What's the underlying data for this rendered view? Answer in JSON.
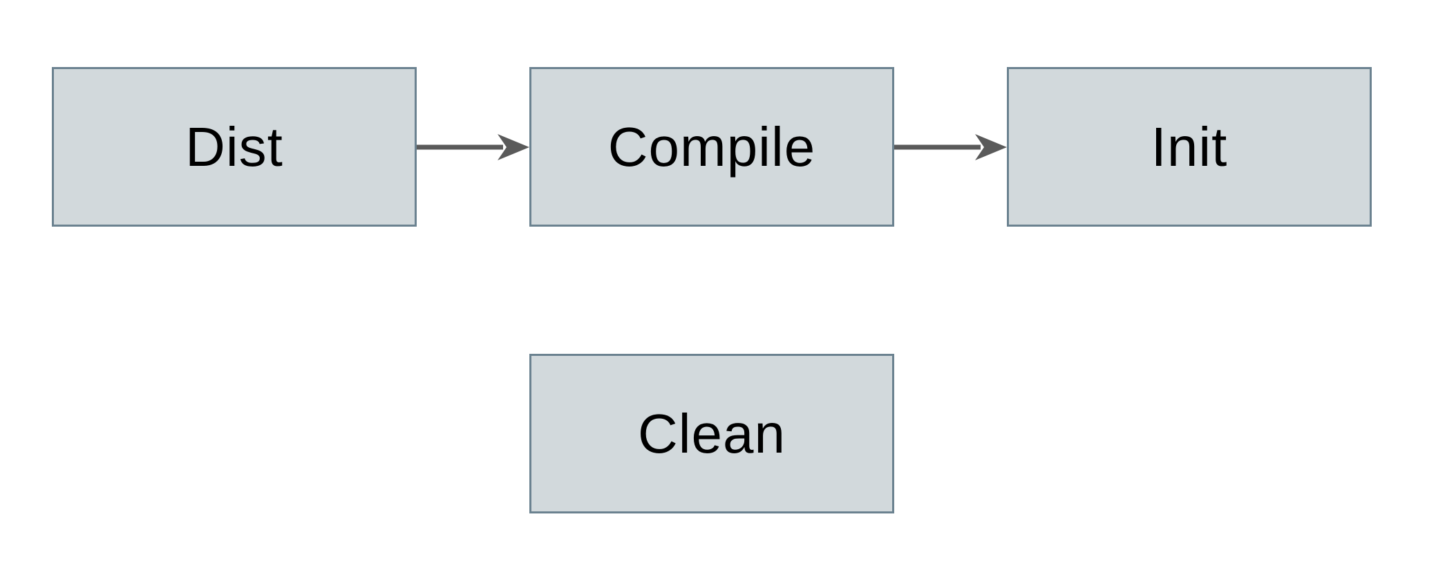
{
  "diagram": {
    "title": "build-targets-flowchart",
    "nodes": [
      {
        "id": "dist",
        "label": "Dist"
      },
      {
        "id": "compile",
        "label": "Compile"
      },
      {
        "id": "init",
        "label": "Init"
      },
      {
        "id": "clean",
        "label": "Clean"
      }
    ],
    "edges": [
      {
        "from": "Dist",
        "to": "Compile",
        "style": "arrow-right"
      },
      {
        "from": "Compile",
        "to": "Init",
        "style": "arrow-right"
      }
    ],
    "colors": {
      "background": "#ffffff",
      "node_fill": "#d2d9dc",
      "node_border": "#6b8290",
      "arrow": "#5a5a5a",
      "text": "#000000"
    }
  }
}
